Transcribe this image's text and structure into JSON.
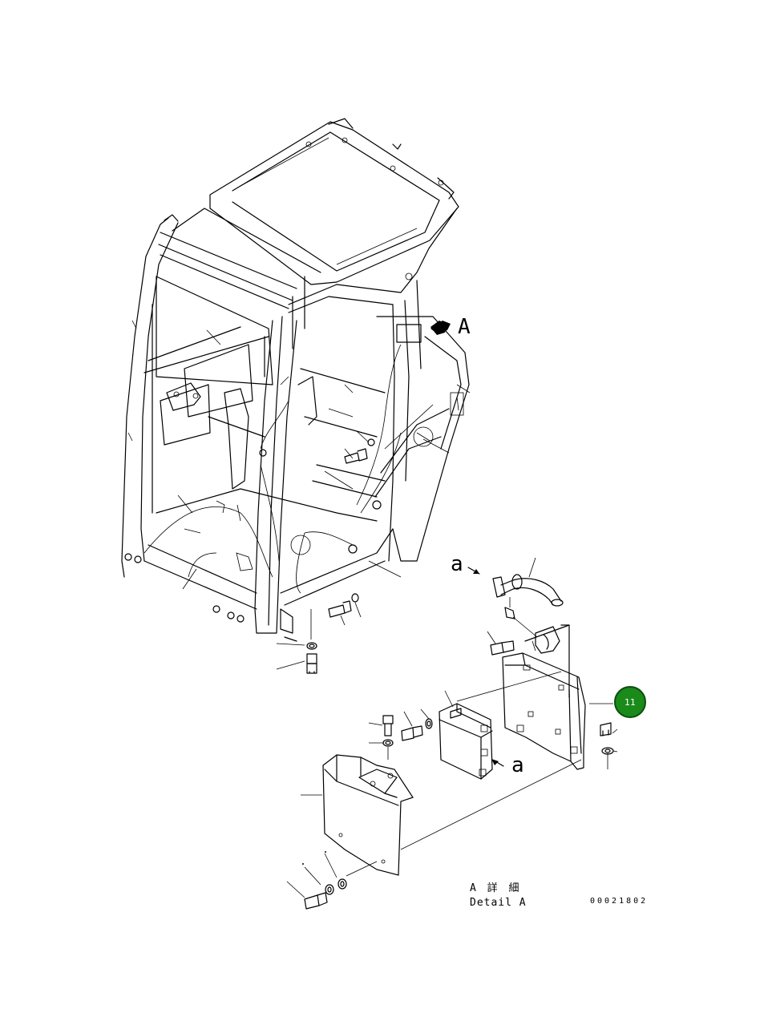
{
  "view_label": "A",
  "ref_label_upper": "a",
  "ref_label_lower": "a",
  "detail_title_jp": "A 詳 細",
  "detail_title_en": "Detail A",
  "drawing_number": "00021802",
  "callout": {
    "label": "11",
    "color": "#1a8a1a"
  }
}
